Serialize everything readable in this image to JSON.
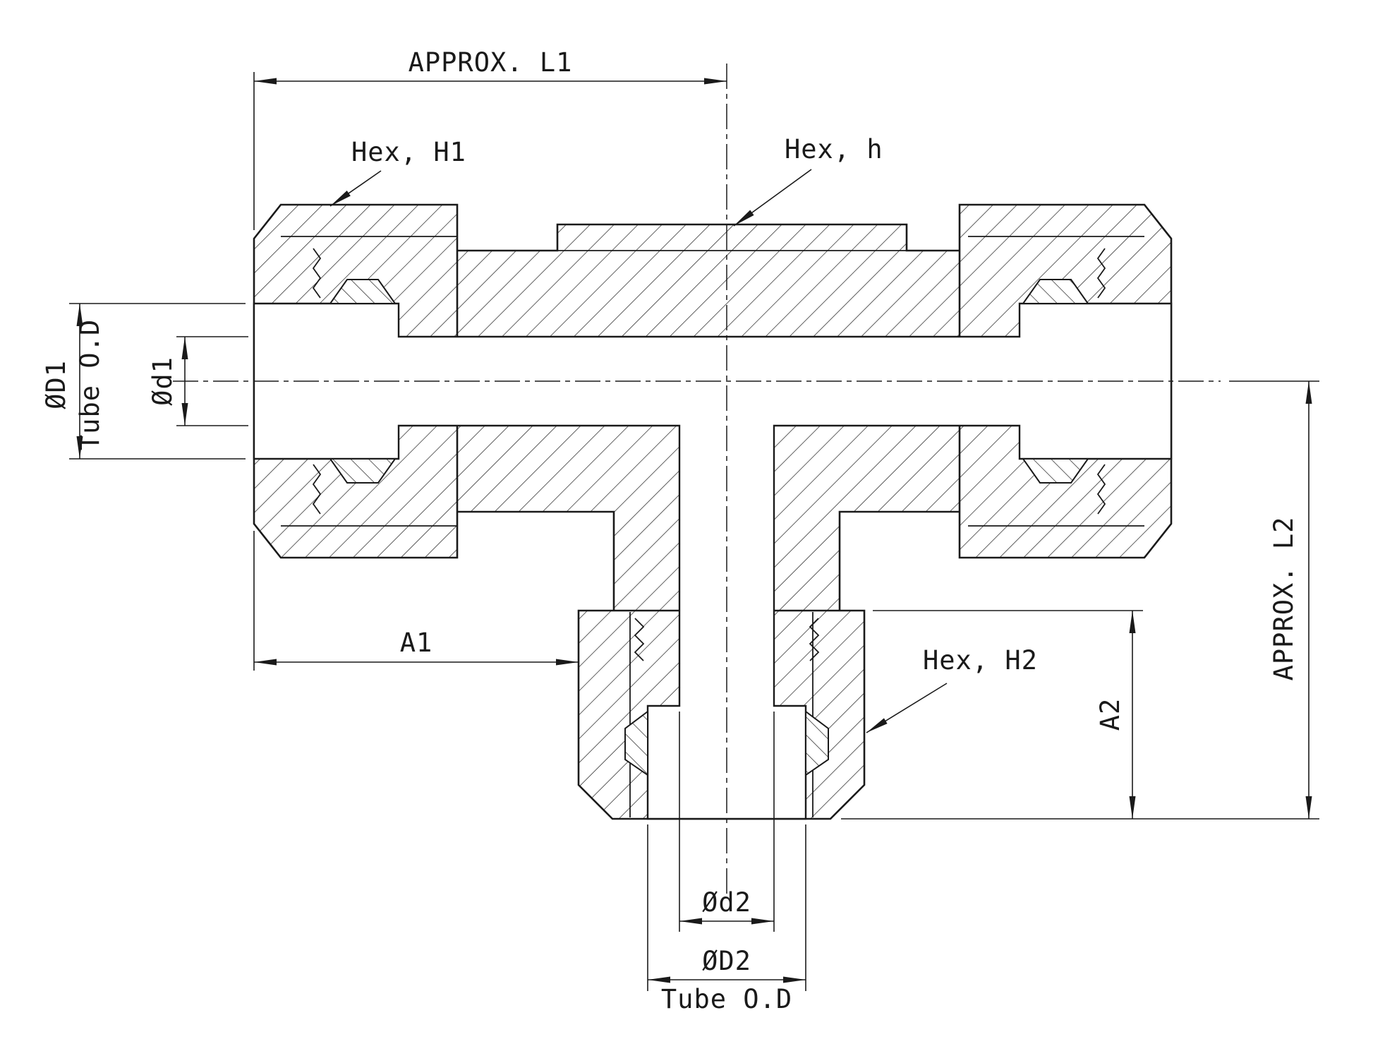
{
  "drawing": {
    "type": "engineering-cross-section",
    "subject": "Tee union compression tube fitting, sectioned view with dimensions",
    "colors": {
      "line": "#1a1a1a",
      "background": "#ffffff",
      "hatch": "#2b2b2b"
    },
    "labels": {
      "approx_l1": "APPROX. L1",
      "hex_h1": "Hex, H1",
      "hex_h": "Hex, h",
      "dia_D1": "ØD1",
      "tube_od_1": "Tube O.D",
      "dia_d1": "Ød1",
      "a1": "A1",
      "hex_h2": "Hex, H2",
      "a2": "A2",
      "approx_l2": "APPROX. L2",
      "dia_d2": "Ød2",
      "dia_D2": "ØD2",
      "tube_od_2": "Tube O.D"
    }
  }
}
